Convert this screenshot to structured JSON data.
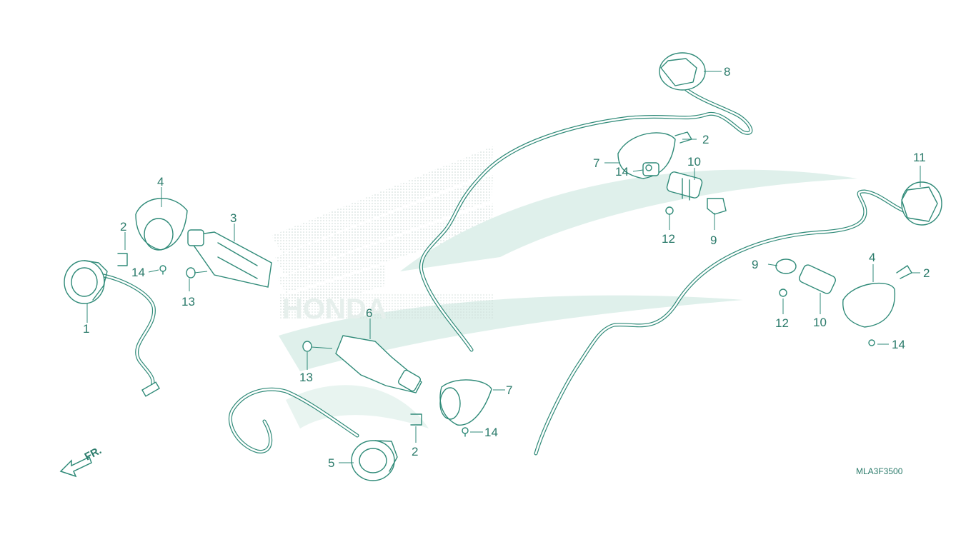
{
  "diagram": {
    "code": "MLA3F3500",
    "front_label": "FR.",
    "watermark_text": "HONDA",
    "colors": {
      "ink": "#2f8a78",
      "watermark": "#dff0eb",
      "watermark_dots": "#c9d7d3"
    },
    "callouts": {
      "c1": "1",
      "c2a": "2",
      "c2b": "2",
      "c2c": "2",
      "c2d": "2",
      "c3": "3",
      "c4a": "4",
      "c4b": "4",
      "c5": "5",
      "c6": "6",
      "c7a": "7",
      "c7b": "7",
      "c8": "8",
      "c9a": "9",
      "c9b": "9",
      "c10a": "10",
      "c10b": "10",
      "c11": "11",
      "c12a": "12",
      "c12b": "12",
      "c13a": "13",
      "c13b": "13",
      "c14a": "14",
      "c14b": "14",
      "c14c": "14",
      "c14d": "14"
    }
  }
}
